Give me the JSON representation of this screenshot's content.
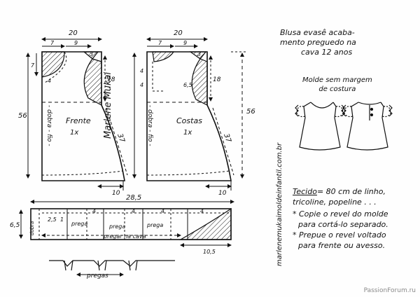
{
  "title": {
    "line1": "Blusa evasê acaba-",
    "line2": "mento preguedo na",
    "line3": "cava  12 anos"
  },
  "subtitle": {
    "line1": "Molde sem margem",
    "line2": "de costura"
  },
  "signature": "Marlene Mukai",
  "site": "marlenemukaimoldeinfantil.com.br",
  "front": {
    "width_label": "20",
    "label": "Frente",
    "qty": "1x",
    "fold": "- dobra - fio -",
    "dims": {
      "d7a": "7",
      "d9": "9",
      "d3": "3",
      "d7b": "7",
      "d4": "4",
      "d18": "18",
      "d56": "56",
      "d37": "37",
      "d10": "10"
    }
  },
  "back": {
    "width_label": "20",
    "label": "Costas",
    "qty": "1x",
    "fold": "- dobra - fio -",
    "dims": {
      "d7": "7",
      "d9": "9",
      "d3": "3",
      "d4a": "4",
      "d4b": "4",
      "d65": "6,5",
      "d18": "18",
      "d56": "56",
      "d37": "37",
      "d10": "10"
    }
  },
  "ruffle": {
    "length": "28,5",
    "height": "6,5",
    "seam": "dobra",
    "d25": "2,5",
    "d1": "1",
    "d4": [
      "4",
      "4",
      "4",
      "4"
    ],
    "prega": [
      "prega",
      "prega",
      "prega"
    ],
    "bottom_note": "pregar na cava",
    "d105": "10,5"
  },
  "pleats_label": "pregas",
  "materials": {
    "fabric_label": "Tecido",
    "line1": "= 80 cm de linho,",
    "line2": "tricoline, popeline . . .",
    "note1a": "* Copie o revel do molde",
    "note1b": "para cortá-lo separado.",
    "note2a": "* Prepue o revel voltado",
    "note2b": "para frente ou avesso."
  },
  "watermark": "PassionForum.ru"
}
